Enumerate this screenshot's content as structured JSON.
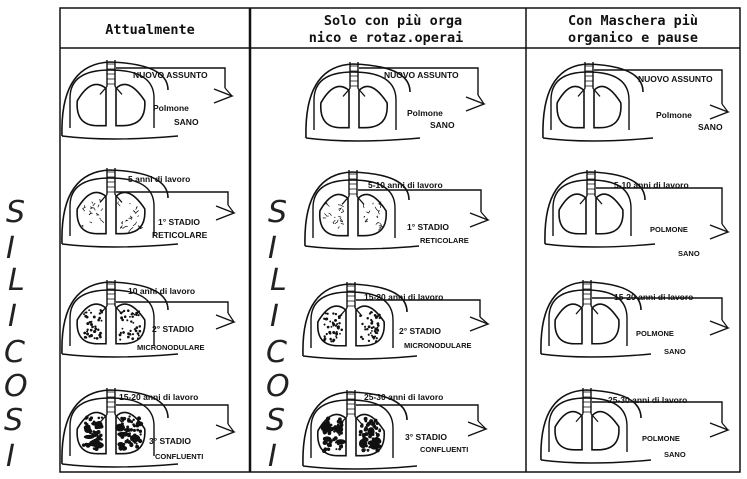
{
  "headers": {
    "col1": "Attualmente",
    "col2_line1": "Solo con più orga",
    "col2_line2": "nico e rotaz.operai",
    "col3_line1": "Con Maschera più",
    "col3_line2": "organico e pause"
  },
  "side_letters": [
    "S",
    "I",
    "L",
    "I",
    "C",
    "O",
    "S",
    "I"
  ],
  "col1": {
    "r1_top": "NUOVO ASSUNTO",
    "r1_b1": "Polmone",
    "r1_b2": "SANO",
    "r2_top": "5 anni di lavoro",
    "r2_b1": "1° STADIO",
    "r2_b2": "RETICOLARE",
    "r3_top": "10 anni di lavoro",
    "r3_b1": "2° STADIO",
    "r3_b2": "MICRONODULARE",
    "r4_top": "15-20 anni di lavoro",
    "r4_b1": "3° STADIO",
    "r4_b2": "CONFLUENTI"
  },
  "col2": {
    "r1_top": "NUOVO ASSUNTO",
    "r1_b1": "Polmone",
    "r1_b2": "SANO",
    "r2_top": "5-10 anni di lavoro",
    "r2_b1": "1° STADIO",
    "r2_b2": "RETICOLARE",
    "r3_top": "15-20 anni di lavoro",
    "r3_b1": "2° STADIO",
    "r3_b2": "MICRONODULARE",
    "r4_top": "25-30 anni di lavoro",
    "r4_b1": "3° STADIO",
    "r4_b2": "CONFLUENTI"
  },
  "col3": {
    "r1_top": "NUOVO ASSUNTO",
    "r1_b1": "Polmone",
    "r1_b2": "SANO",
    "r2_top": "5-10 anni di lavoro",
    "r2_b1": "POLMONE",
    "r2_b2": "SANO",
    "r3_top": "15-20 anni di lavoro",
    "r3_b1": "POLMONE",
    "r3_b2": "SANO",
    "r4_top": "25-30 anni di lavoro",
    "r4_b1": "POLMONE",
    "r4_b2": "SANO"
  }
}
